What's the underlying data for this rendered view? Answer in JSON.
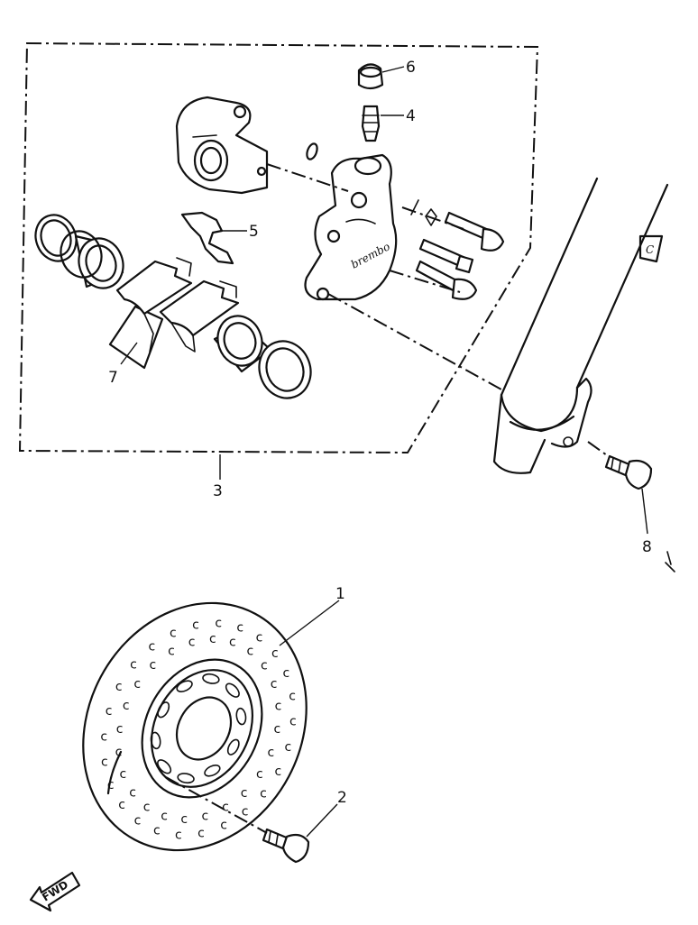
{
  "diagram": {
    "callouts": {
      "p1": "1",
      "p2": "2",
      "p3": "3",
      "p4": "4",
      "p5": "5",
      "p6": "6",
      "p7": "7",
      "p8": "8"
    },
    "caliper_brand": "brembo",
    "fork_mark": "C",
    "direction_label": "FWD"
  }
}
